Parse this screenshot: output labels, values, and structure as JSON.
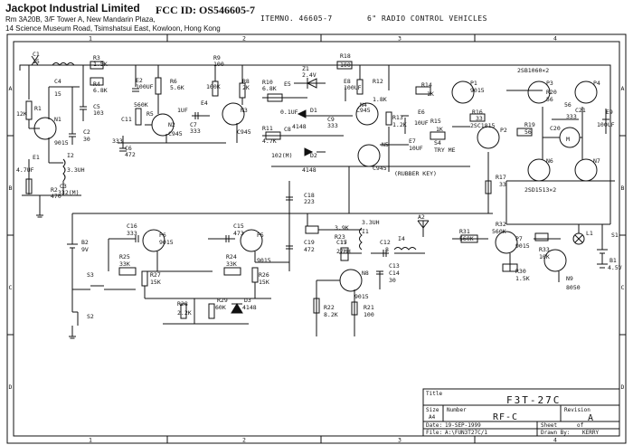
{
  "header": {
    "company": "Jackpot Industrial Limited",
    "address_line1": "Rm 3A20B, 3/F Tower A, New Mandarin Plaza,",
    "address_line2": "14 Science Museum Road, Tsimshatsui East, Kowloon, Hong Kong",
    "fcc_id": "FCC ID: OS546605-7",
    "item_no": "ITEMNO. 46605-7",
    "item_desc": "6\" RADIO CONTROL VEHICLES"
  },
  "frame": {
    "col_labels": [
      "1",
      "2",
      "3",
      "4"
    ],
    "row_labels": [
      "A",
      "B",
      "C",
      "D"
    ]
  },
  "components": {
    "C1": "C1",
    "C1_val": "15",
    "C4": "C4",
    "C5": "C5",
    "C5_val": "103",
    "R3": "R3",
    "R3_val": "1.5K",
    "R4": "R4",
    "R4_val": "6.8K",
    "E2": "E2",
    "E2_val": "100UF",
    "R1": "R1",
    "R1_val": "12K",
    "N1": "N1",
    "N1_type": "9015",
    "C2": "C2",
    "C2_val": "30",
    "E1": "E1",
    "E1_val": "4.7UF",
    "I2": "I2",
    "I2_val": "3.3UH",
    "R2": "R2",
    "R2_val": "470",
    "C3": "C3",
    "C3_val": "332(M)",
    "R6": "R6",
    "R6_val": "5.6K",
    "C11": "C11",
    "C6": "C6",
    "C6_val": "472",
    "R5": "R5",
    "R5_val": "560K",
    "N2": "N2",
    "N2_type": "C945",
    "R9": "R9",
    "R9_val": "100",
    "R7": "R7",
    "R7_val": "100K",
    "E4": "E4",
    "E4_val": "1UF",
    "C7": "C7",
    "C7_val": "333",
    "R8": "R8",
    "R8_val": "2K",
    "N3": "N3",
    "N3_type": "C945",
    "R10": "R10",
    "R10_val": "6.8K",
    "Z1": "Z1",
    "Z1_val": "2.4V",
    "E5": "E5",
    "E5_val": "0.1UF",
    "R18": "R18",
    "R18_val": "100",
    "E8": "E8",
    "E8_val": "100UF",
    "R12": "R12",
    "R12_val": "1.8K",
    "D1": "D1",
    "D1_type": "4148",
    "C9": "C9",
    "C9_val": "333",
    "N4": "N4",
    "N4_type": "C945",
    "R11": "R11",
    "R11_val": "4.7K",
    "C8": "C8",
    "C8_val": "102(M)",
    "D2": "D2",
    "D2_type": "4148",
    "N5": "N5",
    "N5_type": "C945",
    "R14": "R14",
    "R14_val": "1K",
    "P1": "P1",
    "P1_type": "9015",
    "R13": "R13",
    "R13_val": "1.2K",
    "E6": "E6",
    "E6_val": "10UF",
    "R15": "R15",
    "R15_val": "1K",
    "R16": "R16",
    "R16_val": "33",
    "P2_type": "2SC1815",
    "P2": "P2",
    "E7": "E7",
    "E7_val": "10UF",
    "S4": "S4",
    "S4_desc": "TRY ME",
    "rubber_key": "(RUBBER KEY)",
    "P3": "P3",
    "P4": "P4",
    "R20": "R20",
    "R20_val": "56",
    "C21": "C21",
    "C21_val": "333",
    "R19": "R19",
    "R19_val": "56",
    "C20": "C20",
    "E9": "E9",
    "E9_val": "100UF",
    "motor": "M",
    "pair_top": "2SB1060×2",
    "pair_bottom": "2SD1513×2",
    "N6": "N6",
    "N7": "N7",
    "R17": "R17",
    "R17_val": "33",
    "A2": "A2",
    "C16": "C16",
    "C16_val": "333",
    "P6": "P6",
    "P6_type": "9015",
    "R25": "R25",
    "R25_val": "33K",
    "C15": "C15",
    "C15_val": "473",
    "P5": "P5",
    "P5_type": "9015",
    "C18": "C18",
    "C18_val": "223",
    "R24": "R24",
    "R24_val": "33K",
    "C19": "C19",
    "C19_val": "472",
    "R23": "R23",
    "R23_val": "3.9K",
    "C17": "C17",
    "C17_val": "27MH",
    "I1": "I1",
    "I1_val": "3.3UH",
    "C12": "C12",
    "C12_val": "8",
    "I4": "I4",
    "C13": "C13",
    "C14": "C14",
    "C14_val": "30",
    "N8": "N8",
    "N8_type": "9015",
    "R22": "R22",
    "R22_val": "8.2K",
    "R21": "R21",
    "R21_val": "100",
    "R27": "R27",
    "R27_val": "15K",
    "R26": "R26",
    "R26_val": "15K",
    "R28": "R28",
    "R28_val": "2.2K",
    "R29": "R29",
    "R29_val": "60K",
    "D3": "D3",
    "D3_type": "4148",
    "B2": "B2",
    "B2_val": "9V",
    "S3": "S3",
    "S2": "S2",
    "R31": "R31",
    "R31_val": "560K",
    "R32": "R32",
    "R32_val": "560K",
    "P7": "P7",
    "P7_type": "9015",
    "R33": "R33",
    "R33_val": "10K",
    "L1": "L1",
    "S1": "S1",
    "R30": "R30",
    "R30_val": "1.5K",
    "N9": "N9",
    "N9_type": "8050",
    "B1": "B1",
    "B1_val": "4.5V"
  },
  "title_block": {
    "title_label": "Title",
    "title": "F3T-27C",
    "size_label": "Size",
    "size": "A4",
    "number_label": "Number",
    "number": "RF-C",
    "revision_label": "Revision",
    "revision": "A",
    "date_label": "Date:",
    "date": "19-SEP-1999",
    "sheet_label": "Sheet",
    "sheet": "of",
    "file_label": "File:",
    "file": "A:\\FUN3T27C/1",
    "drawn_label": "Drawn By:",
    "drawn": "KERRY"
  }
}
